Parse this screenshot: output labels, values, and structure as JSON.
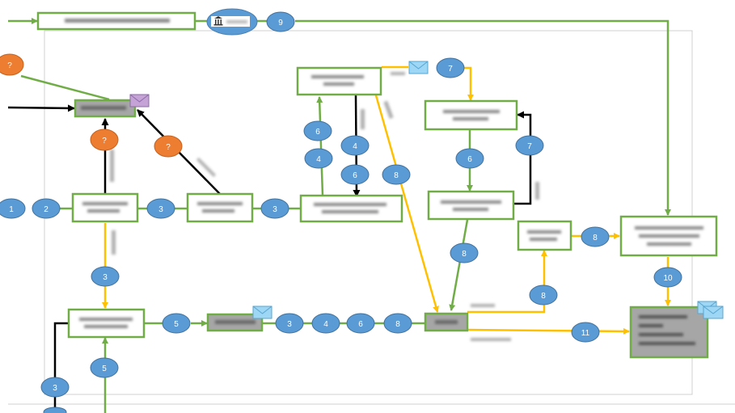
{
  "colors": {
    "green": "#70ad47",
    "yellow": "#ffc000",
    "black": "#000000",
    "node_blue": "#5b9bd5",
    "node_orange": "#ed7d31",
    "box_gray": "#a6a6a6",
    "envelope_blue": "#9dd7f5",
    "envelope_purple": "#c5a3d6"
  },
  "orange_markers": [
    "?",
    "?",
    "?"
  ],
  "step_badges": {
    "b1": "1",
    "b2": "2",
    "b3a": "3",
    "b3b": "3",
    "b3c": "3",
    "b3d": "3",
    "b3e": "3",
    "b4a": "4",
    "b4b": "4",
    "b4c": "4",
    "b5a": "5",
    "b5b": "5",
    "b6a": "6",
    "b6b": "6",
    "b6c": "6",
    "b6d": "6",
    "b7a": "7",
    "b7b": "7",
    "b8a": "8",
    "b8b": "8",
    "b8c": "8",
    "b8d": "8",
    "b8e": "8",
    "b9": "9",
    "b10": "10",
    "b11": "11"
  },
  "icons": {
    "bank": "bank-icon",
    "mail": "envelope-icon"
  }
}
